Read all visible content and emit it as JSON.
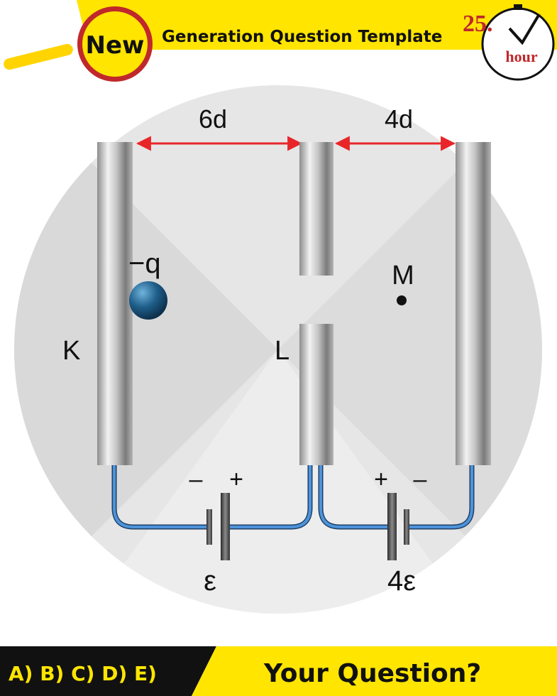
{
  "header": {
    "badge": "New",
    "title": "Generation Question Template",
    "timer_number": "25.",
    "timer_unit": "hour"
  },
  "diagram": {
    "dist_left": "6d",
    "dist_right": "4d",
    "charge": "−q",
    "plate_k": "K",
    "plate_l": "L",
    "point_m": "M",
    "battery_left": {
      "minus": "–",
      "plus": "+",
      "emf": "ε"
    },
    "battery_right": {
      "plus": "+",
      "minus": "–",
      "emf": "4ε"
    }
  },
  "footer": {
    "options": "A) B) C) D) E)",
    "question": "Your Question?"
  },
  "colors": {
    "accent": "#ffe500",
    "arrow": "#e8262a",
    "wire": "#3a7cc4",
    "ball": "#1f5f8b"
  }
}
